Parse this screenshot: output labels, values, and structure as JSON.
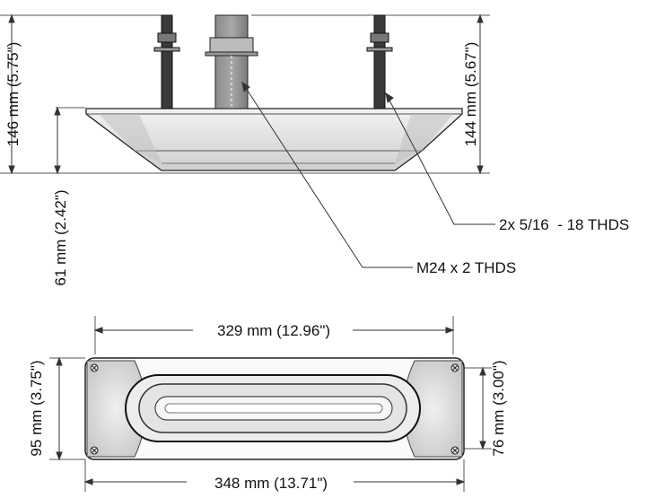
{
  "dimensions": {
    "height_total": "146 mm (5.75\")",
    "height_front": "144 mm (5.67\")",
    "height_housing": "61 mm (2.42\")",
    "length_inner": "329 mm (12.96\")",
    "length_outer": "348 mm (13.71\")",
    "width_outer": "95 mm (3.75\")",
    "width_inner": "76 mm (3.00\")"
  },
  "callouts": {
    "studs": "2x 5/16  - 18 THDS",
    "center_stud": "M24 x 2 THDS"
  }
}
